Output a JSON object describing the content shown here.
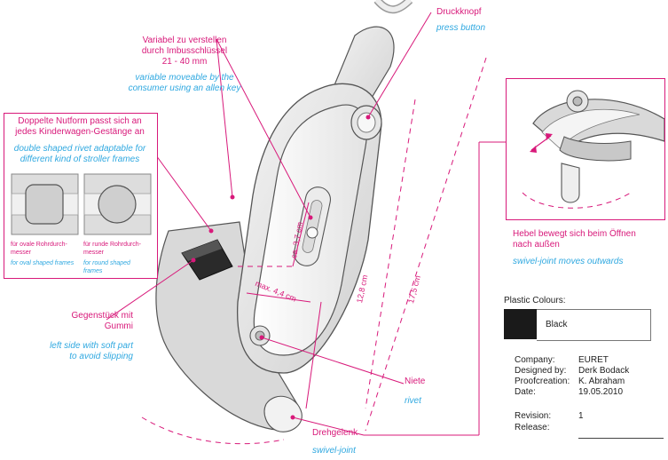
{
  "labels": {
    "push_button_de": "Druckknopf",
    "push_button_en": "press button",
    "adjust_de_1": "Variabel zu verstellen",
    "adjust_de_2": "durch Imbusschlüssel",
    "adjust_de_3": "21 - 40 mm",
    "adjust_en_1": "variable moveable by the",
    "adjust_en_2": "consumer using an allen key",
    "rivet_shape_de_1": "Doppelte Nutform passt sich an",
    "rivet_shape_de_2": "jedes Kinderwagen-Gestänge an",
    "rivet_shape_en_1": "double shaped rivet adaptable for",
    "rivet_shape_en_2": "different kind of stroller frames",
    "oval_de_1": "für ovale Rohrdurch-",
    "oval_de_2": "messer",
    "oval_en": "for oval shaped frames",
    "round_de_1": "für runde Rohrdurch-",
    "round_de_2": "messer",
    "round_en_1": "for round shaped",
    "round_en_2": "frames",
    "counterpart_de_1": "Gegenstück mit",
    "counterpart_de_2": "Gummi",
    "counterpart_en_1": "left side with soft part",
    "counterpart_en_2": "to avoid slipping",
    "rivet_de": "Niete",
    "rivet_en": "rivet",
    "swivel_de": "Drehgelenk",
    "swivel_en": "swivel-joint",
    "lever_de_1": "Hebel bewegt sich beim Öffnen",
    "lever_de_2": "nach außen",
    "lever_en": "swivel-joint moves outwards"
  },
  "dimensions": {
    "d1": "ca. 3,7 cm",
    "d2": "max. 4,4 cm",
    "d3": "12,8 cm",
    "d4": "17,5 cm"
  },
  "plastic": {
    "heading": "Plastic Colours:",
    "colour_name": "Black",
    "colour_hex": "#1a1a1a"
  },
  "title_block": {
    "company_label": "Company:",
    "company": "EURET",
    "designed_label": "Designed by:",
    "designed": "Derk Bodack",
    "proof_label": "Proofcreation:",
    "proof": "K. Abraham",
    "date_label": "Date:",
    "date": "19.05.2010",
    "revision_label": "Revision:",
    "revision": "1",
    "release_label": "Release:",
    "release": ""
  },
  "colors": {
    "accent_de": "#d8197a",
    "accent_en": "#2fa8e0"
  }
}
